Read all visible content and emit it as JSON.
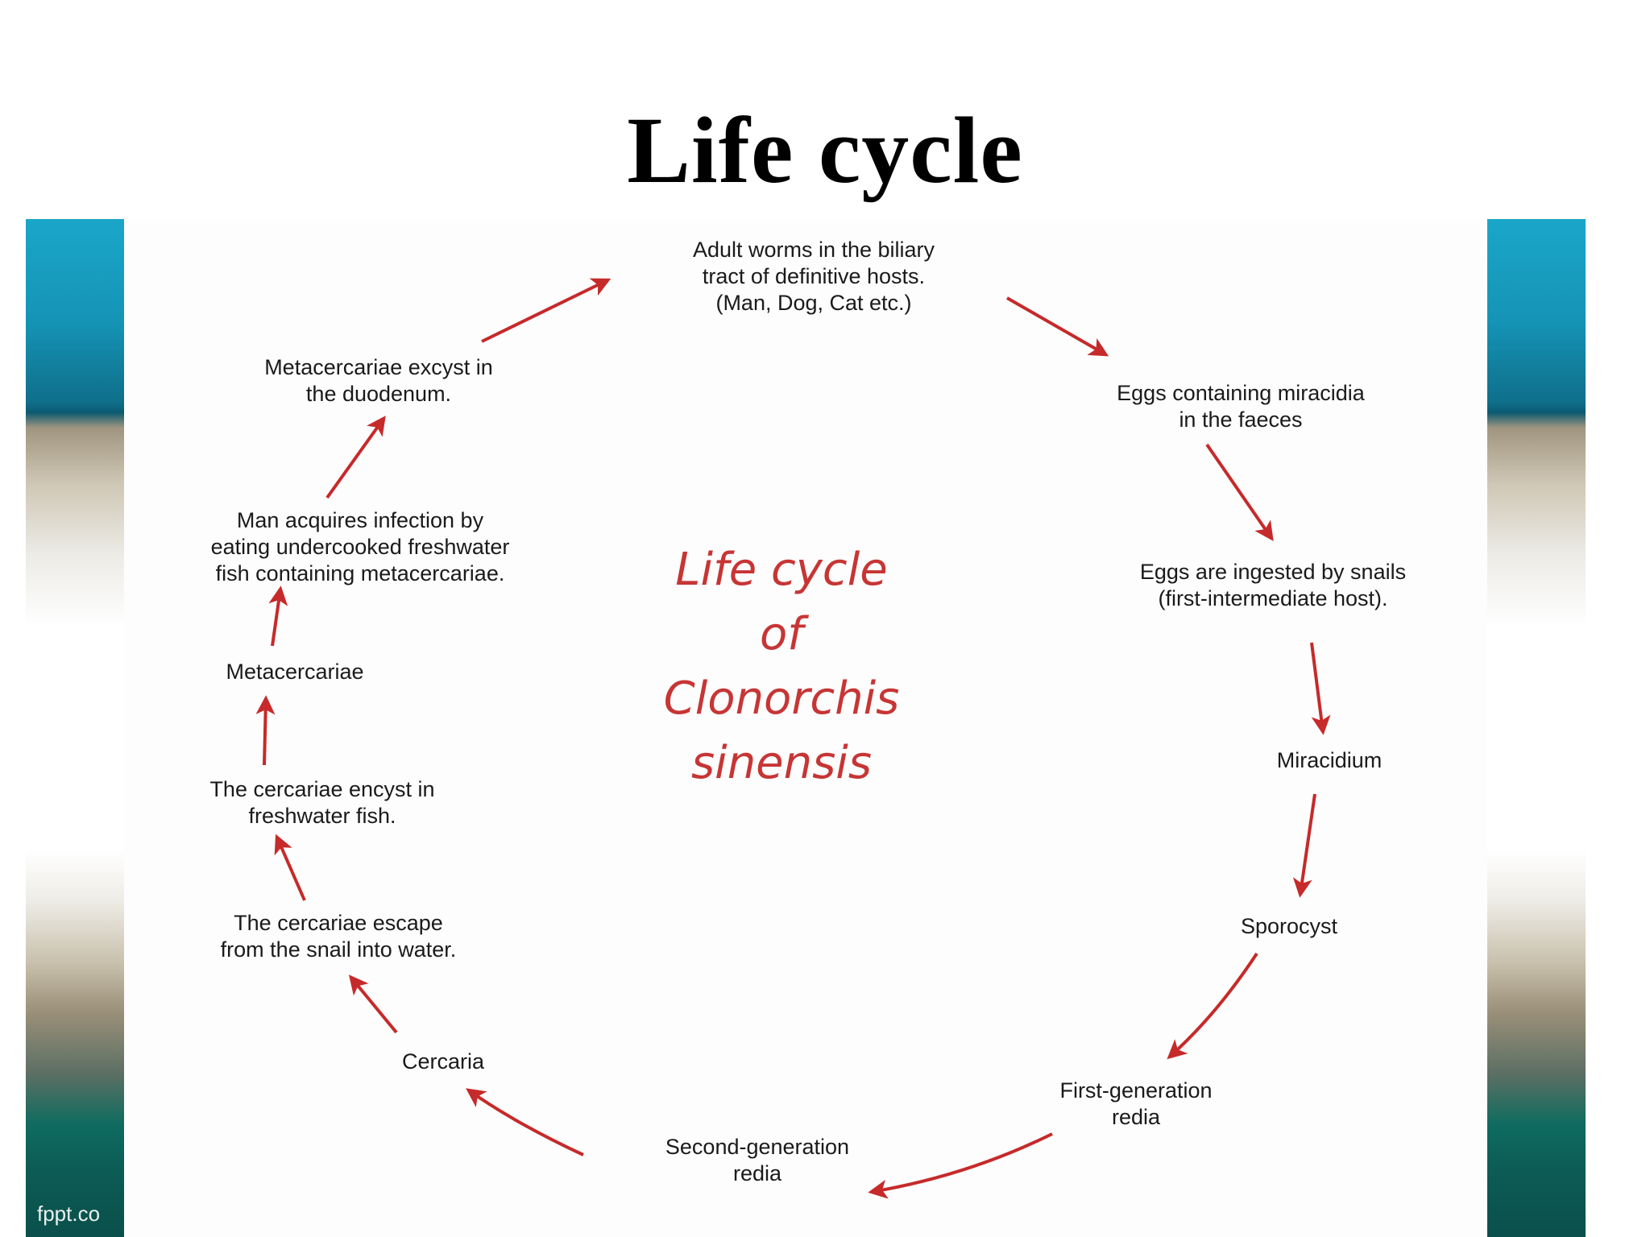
{
  "title": "Life cycle",
  "footer": "fppt.co",
  "center_label": "Life  cycle\nof\nClonorchis\nsinensis",
  "stages": [
    {
      "key": "adult",
      "text": "Adult worms in the biliary\ntract of definitive hosts.\n(Man, Dog, Cat etc.)"
    },
    {
      "key": "eggs_faeces",
      "text": "Eggs containing miracidia\nin the faeces"
    },
    {
      "key": "eggs_snails",
      "text": "Eggs are ingested by snails\n(first-intermediate host)."
    },
    {
      "key": "miracidium",
      "text": "Miracidium"
    },
    {
      "key": "sporocyst",
      "text": "Sporocyst"
    },
    {
      "key": "first_redia",
      "text": "First-generation\nredia"
    },
    {
      "key": "second_redia",
      "text": "Second-generation\nredia"
    },
    {
      "key": "cercaria",
      "text": "Cercaria"
    },
    {
      "key": "escape",
      "text": "The cercariae escape\nfrom the snail into water."
    },
    {
      "key": "encyst",
      "text": "The cercariae encyst in\nfreshwater fish."
    },
    {
      "key": "metacercariae",
      "text": "Metacercariae"
    },
    {
      "key": "infection",
      "text": "Man acquires infection by\neating undercooked freshwater\nfish containing metacercariae."
    },
    {
      "key": "excyst",
      "text": "Metacercariae excyst in\nthe duodenum."
    }
  ],
  "colors": {
    "arrow": "#c62a2a",
    "center_text": "#c73535",
    "band_teal": "#1aa6c9"
  }
}
